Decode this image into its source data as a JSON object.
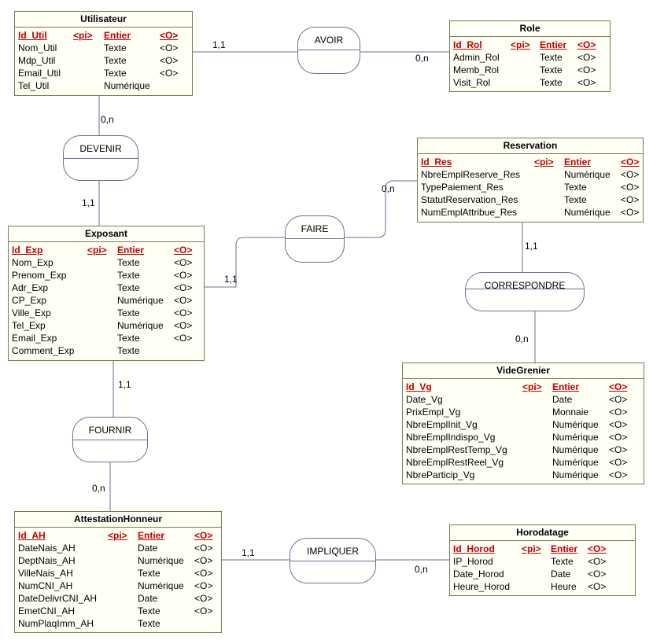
{
  "entities": [
    {
      "title": "Utilisateur",
      "cols": [
        4,
        113,
        184
      ],
      "rows": [
        [
          "Id_Util",
          "<pi>",
          "Entier",
          "<O>"
        ],
        [
          "Nom_Util",
          "",
          "Texte",
          "<O>"
        ],
        [
          "Mdp_Util",
          "",
          "Texte",
          "<O>"
        ],
        [
          "Email_Util",
          "",
          "Texte",
          "<O>"
        ],
        [
          "Tel_Util",
          "",
          "Numérique",
          ""
        ]
      ]
    },
    {
      "title": "Role",
      "cols": [
        4,
        77,
        114,
        162
      ],
      "rows": [
        [
          "Id_Rol",
          "<pi>",
          "Entier",
          "<O>"
        ],
        [
          "Admin_Rol",
          "",
          "Texte",
          "<O>"
        ],
        [
          "Memb_Rol",
          "",
          "Texte",
          "<O>"
        ],
        [
          "Visit_Rol",
          "",
          "Texte",
          "<O>"
        ]
      ]
    },
    {
      "title": "Reservation",
      "cols": [
        4,
        148,
        186,
        258
      ],
      "rows": [
        [
          "Id_Res",
          "<pi>",
          "Entier",
          "<O>"
        ],
        [
          "NbreEmplReserve_Res",
          "",
          "Numérique",
          "<O>"
        ],
        [
          "TypePaiement_Res",
          "",
          "Texte",
          "<O>"
        ],
        [
          "StatutReservation_Res",
          "",
          "Texte",
          "<O>"
        ],
        [
          "NumEmplAttribue_Res",
          "",
          "Numérique",
          "<O>"
        ]
      ]
    },
    {
      "title": "Exposant",
      "cols": [
        4,
        100,
        138,
        210
      ],
      "rows": [
        [
          "Id_Exp",
          "<pi>",
          "Entier",
          "<O>"
        ],
        [
          "Nom_Exp",
          "",
          "Texte",
          "<O>"
        ],
        [
          "Prenom_Exp",
          "",
          "Texte",
          "<O>"
        ],
        [
          "Adr_Exp",
          "",
          "Texte",
          "<O>"
        ],
        [
          "CP_Exp",
          "",
          "Numérique",
          "<O>"
        ],
        [
          "Ville_Exp",
          "",
          "Texte",
          "<O>"
        ],
        [
          "Tel_Exp",
          "",
          "Numérique",
          "<O>"
        ],
        [
          "Email_Exp",
          "",
          "Texte",
          "<O>"
        ],
        [
          "Comment_Exp",
          "",
          "Texte",
          ""
        ]
      ]
    },
    {
      "title": "VideGrenier",
      "cols": [
        4,
        152,
        190,
        262
      ],
      "rows": [
        [
          "Id_Vg",
          "<pi>",
          "Entier",
          "<O>"
        ],
        [
          "Date_Vg",
          "",
          "Date",
          "<O>"
        ],
        [
          "PrixEmpl_Vg",
          "",
          "Monnaie",
          "<O>"
        ],
        [
          "NbreEmplInit_Vg",
          "",
          "Numérique",
          "<O>"
        ],
        [
          "NbreEmplIndispo_Vg",
          "",
          "Numérique",
          "<O>"
        ],
        [
          "NbreEmplRestTemp_Vg",
          "",
          "Numérique",
          "<O>"
        ],
        [
          "NbreEmplRestReel_Vg",
          "",
          "Numérique",
          "<O>"
        ],
        [
          "NbreParticip_Vg",
          "",
          "Numérique",
          "<O>"
        ]
      ]
    },
    {
      "title": "AttestationHonneur",
      "cols": [
        4,
        118,
        156,
        228
      ],
      "rows": [
        [
          "Id_AH",
          "<pi>",
          "Entier",
          "<O>"
        ],
        [
          "DateNais_AH",
          "",
          "Date",
          "<O>"
        ],
        [
          "DeptNais_AH",
          "",
          "Numérique",
          "<O>"
        ],
        [
          "VilleNais_AH",
          "",
          "Texte",
          "<O>"
        ],
        [
          "NumCNI_AH",
          "",
          "Numérique",
          "<O>"
        ],
        [
          "DateDelivrCNI_AH",
          "",
          "Date",
          "<O>"
        ],
        [
          "EmetCNI_AH",
          "",
          "Texte",
          "<O>"
        ],
        [
          "NumPlaqImm_AH",
          "",
          "Texte",
          ""
        ]
      ]
    },
    {
      "title": "Horodatage",
      "cols": [
        4,
        91,
        128,
        175
      ],
      "rows": [
        [
          "Id_Horod",
          "<pi>",
          "Entier",
          "<O>"
        ],
        [
          "IP_Horod",
          "",
          "Texte",
          "<O>"
        ],
        [
          "Date_Horod",
          "",
          "Date",
          "<O>"
        ],
        [
          "Heure_Horod",
          "",
          "Heure",
          "<O>"
        ]
      ]
    }
  ],
  "associations": [
    "AVOIR",
    "DEVENIR",
    "FAIRE",
    "CORRESPONDRE",
    "FOURNIR",
    "IMPLIQUER"
  ],
  "cardinalities": [
    "1,1",
    "0,n",
    "0,n",
    "1,1",
    "0,n",
    "1,1",
    "1,1",
    "0,n",
    "1,1",
    "0,n",
    "1,1",
    "0,n"
  ],
  "colors": {
    "line": "#6e6e96",
    "entity_border": "#7a7a52",
    "entity_bg": "#fffff5",
    "pk": "#c00000"
  }
}
